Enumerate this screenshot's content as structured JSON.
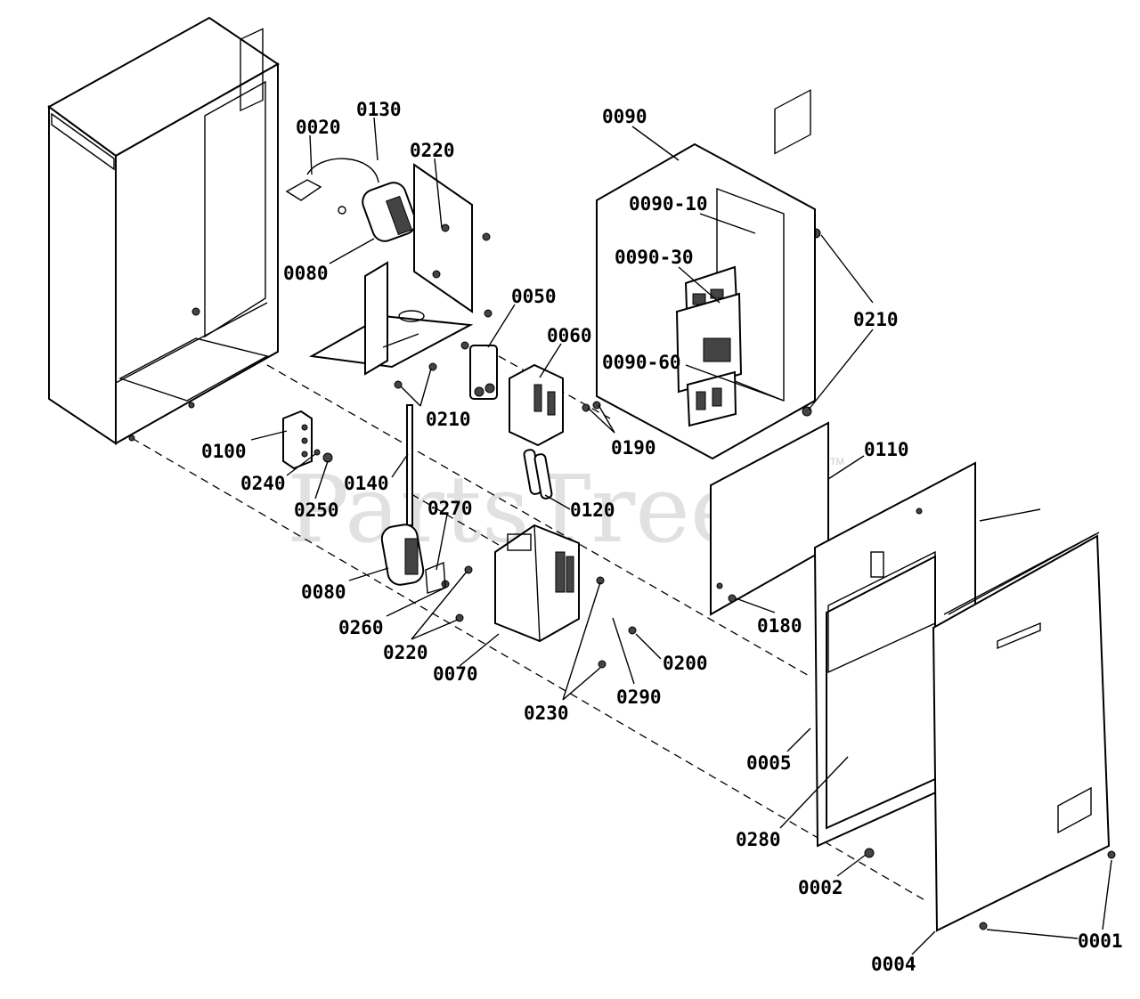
{
  "watermark": {
    "text": "PartsTree",
    "tm": "TM"
  },
  "callouts": {
    "c0020": "0020",
    "c0130": "0130",
    "c0220_top": "0220",
    "c0080_top": "0080",
    "c0050": "0050",
    "c0060": "0060",
    "c0210_mid": "0210",
    "c0190": "0190",
    "c0090": "0090",
    "c0090_10": "0090-10",
    "c0090_30": "0090-30",
    "c0090_60": "0090-60",
    "c0210_right": "0210",
    "c0110": "0110",
    "c0100": "0100",
    "c0240": "0240",
    "c0250": "0250",
    "c0140": "0140",
    "c0270": "0270",
    "c0120": "0120",
    "c0080_bottom": "0080",
    "c0260": "0260",
    "c0220_bottom": "0220",
    "c0070": "0070",
    "c0230": "0230",
    "c0290": "0290",
    "c0200": "0200",
    "c0180": "0180",
    "c0005": "0005",
    "c0280": "0280",
    "c0002": "0002",
    "c0004": "0004",
    "c0001": "0001"
  }
}
